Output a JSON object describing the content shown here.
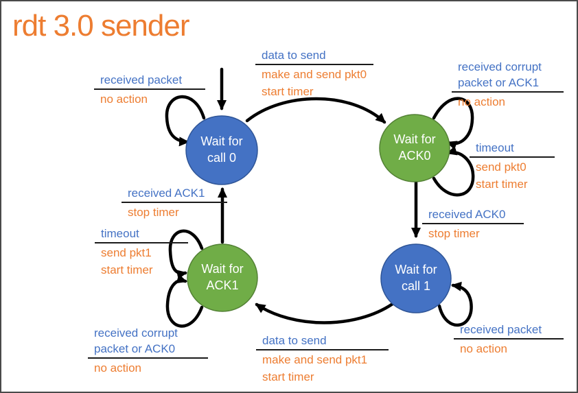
{
  "title": "rdt 3.0 sender",
  "colors": {
    "state_blue": "#4472C4",
    "state_green": "#70AD47",
    "event_text": "#4472C4",
    "action_text": "#ED7D31",
    "arrow": "#000000",
    "title": "#ED7D31"
  },
  "states": [
    {
      "id": "wait-call-0",
      "line1": "Wait for",
      "line2": "call 0",
      "color": "#4472C4"
    },
    {
      "id": "wait-ack0",
      "line1": "Wait for",
      "line2": "ACK0",
      "color": "#70AD47"
    },
    {
      "id": "wait-ack1",
      "line1": "Wait for",
      "line2": "ACK1",
      "color": "#70AD47"
    },
    {
      "id": "wait-call-1",
      "line1": "Wait for",
      "line2": "call 1",
      "color": "#4472C4"
    }
  ],
  "transitions": [
    {
      "id": "call0-self-loop",
      "from": "wait-call-0",
      "to": "wait-call-0",
      "event_lines": [
        "received packet"
      ],
      "action_lines": [
        "no action"
      ]
    },
    {
      "id": "call0-to-ack0",
      "from": "wait-call-0",
      "to": "wait-ack0",
      "event_lines": [
        "data to send"
      ],
      "action_lines": [
        "make and send pkt0",
        "start timer"
      ]
    },
    {
      "id": "ack0-self-corrupt",
      "from": "wait-ack0",
      "to": "wait-ack0",
      "event_lines": [
        "received corrupt",
        "packet or ACK1"
      ],
      "action_lines": [
        "no action"
      ]
    },
    {
      "id": "ack0-self-timeout",
      "from": "wait-ack0",
      "to": "wait-ack0",
      "event_lines": [
        "timeout"
      ],
      "action_lines": [
        "send pkt0",
        "start timer"
      ]
    },
    {
      "id": "ack0-to-call1",
      "from": "wait-ack0",
      "to": "wait-call-1",
      "event_lines": [
        "received ACK0"
      ],
      "action_lines": [
        "stop timer"
      ]
    },
    {
      "id": "call1-self-loop",
      "from": "wait-call-1",
      "to": "wait-call-1",
      "event_lines": [
        "received packet"
      ],
      "action_lines": [
        "no action"
      ]
    },
    {
      "id": "call1-to-ack1",
      "from": "wait-call-1",
      "to": "wait-ack1",
      "event_lines": [
        "data to send"
      ],
      "action_lines": [
        "make and send pkt1",
        "start timer"
      ]
    },
    {
      "id": "ack1-self-corrupt",
      "from": "wait-ack1",
      "to": "wait-ack1",
      "event_lines": [
        "received corrupt",
        "packet or ACK0"
      ],
      "action_lines": [
        "no action"
      ]
    },
    {
      "id": "ack1-self-timeout",
      "from": "wait-ack1",
      "to": "wait-ack1",
      "event_lines": [
        "timeout"
      ],
      "action_lines": [
        "send pkt1",
        "start timer"
      ]
    },
    {
      "id": "ack1-to-call0",
      "from": "wait-ack1",
      "to": "wait-call-0",
      "event_lines": [
        "received ACK1"
      ],
      "action_lines": [
        "stop timer"
      ]
    }
  ]
}
